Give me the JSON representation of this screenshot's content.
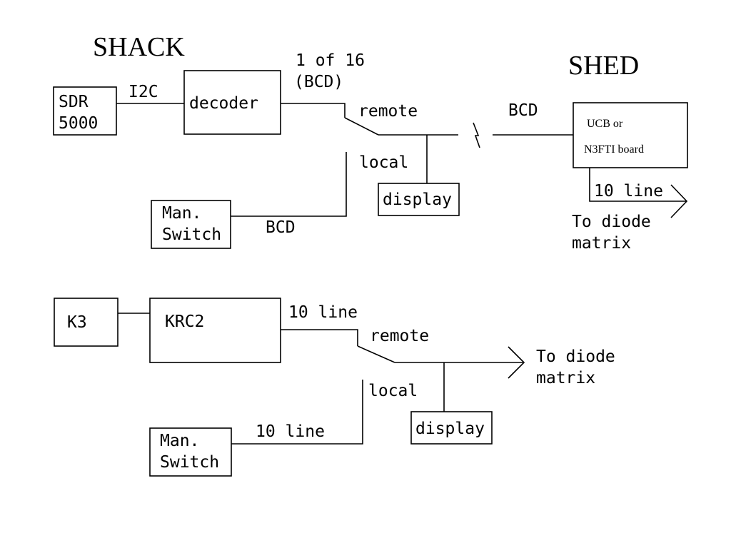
{
  "titles": {
    "shack": "SHACK",
    "shed": "SHED"
  },
  "top": {
    "sdr_line1": "SDR",
    "sdr_line2": "5000",
    "i2c": "I2C",
    "decoder": "decoder",
    "one_of_16": "1 of 16",
    "bcd_paren": "(BCD)",
    "remote": "remote",
    "local": "local",
    "display": "display",
    "bcd_link": "BCD",
    "ucb": "UCB   or",
    "n3fti": "N3FTI board",
    "ten_line": "10 line",
    "to_diode": "To diode",
    "matrix": "matrix",
    "man_line1": "Man.",
    "man_line2": "Switch",
    "bcd_man": "BCD"
  },
  "bottom": {
    "k3": "K3",
    "krc2": "KRC2",
    "ten_line": "10 line",
    "remote": "remote",
    "local": "local",
    "display": "display",
    "to_diode": "To diode",
    "matrix": "matrix",
    "man_line1": "Man.",
    "man_line2": "Switch",
    "ten_line_man": "10 line"
  }
}
